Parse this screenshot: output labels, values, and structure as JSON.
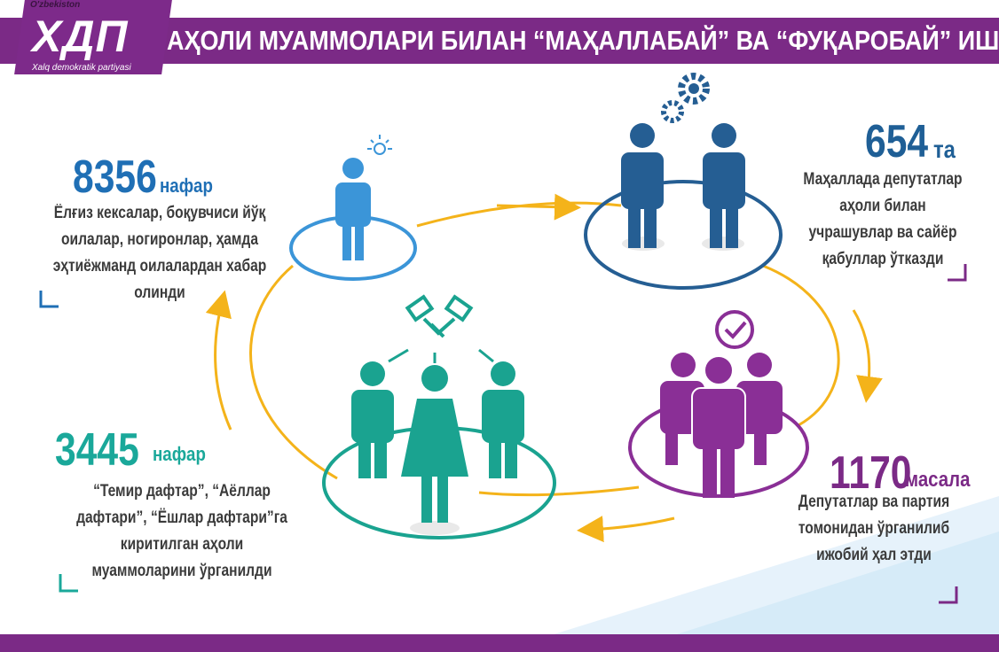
{
  "header": {
    "logo_country": "O'zbekiston",
    "logo_mark": "ХДП",
    "logo_party": "Xalq demokratik partiyasi",
    "title": "АҲОЛИ МУАММОЛАРИ БИЛАН “МАҲАЛЛАБАЙ” ВА “ФУҚАРОБАЙ” ИШЛАШ"
  },
  "stats": [
    {
      "value": "8356",
      "unit": "нафар",
      "color": "#1f6fb5",
      "lines": [
        "Ёлғиз  кексалар, боқувчиси йўқ",
        "оилалар, ногиронлар, ҳамда",
        "эҳтиёжманд оилалардан хабар",
        "олинди"
      ]
    },
    {
      "value": "654",
      "unit": "та",
      "color": "#1f5f96",
      "lines": [
        "Маҳаллада депутатлар",
        "аҳоли билан",
        "учрашувлар ва сайёр",
        "қабуллар ўтказди"
      ]
    },
    {
      "value": "3445",
      "unit": "нафар",
      "color": "#1aa89a",
      "lines": [
        "“Темир дафтар”, “Аёллар",
        "дафтари”, “Ёшлар дафтари”га",
        "киритилган аҳоли",
        "муаммоларини ўрганилди"
      ]
    },
    {
      "value": "1170",
      "unit": "масала",
      "color": "#7b2a86",
      "lines": [
        "Депутатлар ва партия",
        "томонидан ўрганилиб",
        "ижобий ҳал этди"
      ]
    }
  ],
  "colors": {
    "brand_purple": "#7b2a86",
    "blue_light": "#3b95d8",
    "blue_dark": "#255e93",
    "teal": "#1aa390",
    "purple": "#8a2f96",
    "cycle_arrow": "#f4b31a"
  },
  "icons": [
    "person-icon",
    "sun-idea-icon",
    "gears-icon",
    "handshake-icon",
    "check-circle-icon",
    "corner-bracket-icon"
  ]
}
